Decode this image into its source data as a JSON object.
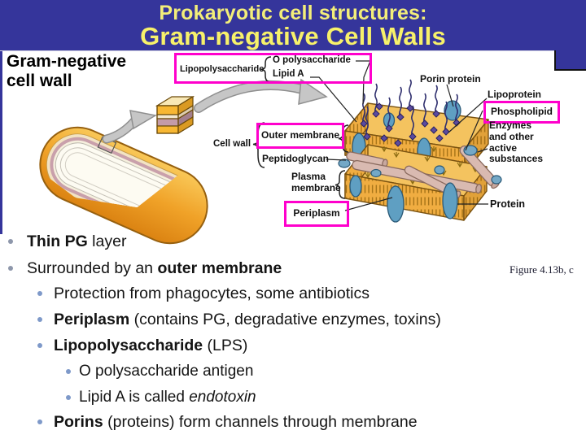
{
  "header": {
    "line1": "Prokaryotic cell structures:",
    "line2": "Gram-negative Cell Walls",
    "bg_color": "#35359b",
    "title_color": "#f3ee79"
  },
  "figure": {
    "heading_line1": "Gram-negative",
    "heading_line2": "cell wall",
    "caption": "Figure 4.13b, c",
    "highlight_color": "#ff00cc",
    "labels": {
      "lipopolysaccharide": "Lipopolysaccharide",
      "o_polysaccharide": "O polysaccharide",
      "lipid_a": "Lipid A",
      "porin_protein": "Porin protein",
      "lipoprotein": "Lipoprotein",
      "phospholipid": "Phospholipid",
      "enzymes": "Enzymes and other active substances",
      "outer_membrane": "Outer membrane",
      "cell_wall": "Cell wall",
      "peptidoglycan": "Peptidoglycan",
      "plasma_membrane": "Plasma membrane",
      "periplasm": "Periplasm",
      "protein": "Protein"
    }
  },
  "bullets": [
    {
      "level": 1,
      "runs": [
        {
          "text": "Thin PG",
          "bold": true
        },
        {
          "text": " layer"
        }
      ]
    },
    {
      "level": 1,
      "runs": [
        {
          "text": "Surrounded by an "
        },
        {
          "text": "outer membrane",
          "bold": true
        }
      ]
    },
    {
      "level": 2,
      "runs": [
        {
          "text": "Protection from phagocytes, some antibiotics"
        }
      ]
    },
    {
      "level": 2,
      "runs": [
        {
          "text": "Periplasm",
          "bold": true
        },
        {
          "text": " (contains PG, degradative enzymes, toxins)"
        }
      ]
    },
    {
      "level": 2,
      "runs": [
        {
          "text": "Lipopolysaccharide",
          "bold": true
        },
        {
          "text": " (LPS)"
        }
      ]
    },
    {
      "level": 3,
      "runs": [
        {
          "text": "O polysaccharide antigen"
        }
      ]
    },
    {
      "level": 3,
      "runs": [
        {
          "text": "Lipid A is called "
        },
        {
          "text": "endotoxin",
          "italic": true
        }
      ]
    },
    {
      "level": 2,
      "runs": [
        {
          "text": "Porins",
          "bold": true
        },
        {
          "text": " (proteins) form channels through membrane"
        }
      ]
    }
  ]
}
